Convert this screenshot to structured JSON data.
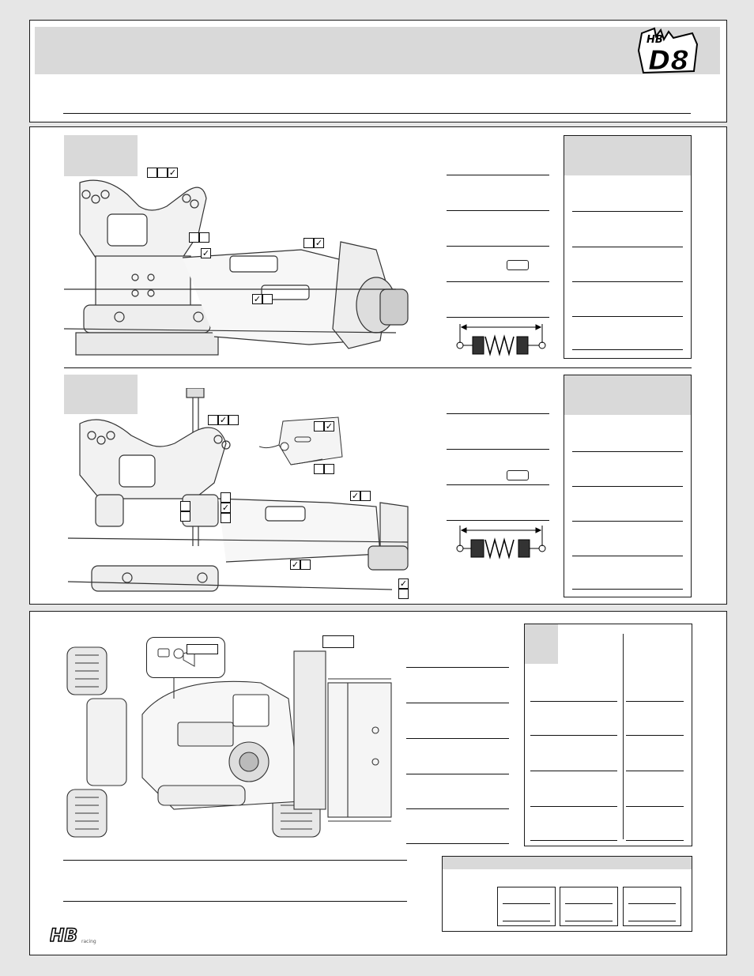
{
  "logo": {
    "text": "D8",
    "prefix": "HB"
  },
  "footer_logo": {
    "text": "HB",
    "subtext": "racing"
  },
  "front_setup": {
    "checks": {
      "top_tower": [
        false,
        false,
        true
      ],
      "mid_tower": [
        false,
        false,
        true
      ],
      "upper_arm": [
        false,
        true
      ],
      "lower_arm": [
        true,
        false
      ]
    }
  },
  "rear_setup": {
    "checks": {
      "tower": [
        false,
        true,
        false
      ],
      "plate_top": [
        false,
        true
      ],
      "plate_bottom": [
        false,
        false
      ],
      "column": [
        false,
        false,
        true,
        false,
        false,
        false
      ],
      "upper_arm": [
        true,
        false
      ],
      "lower_arm": [
        true,
        false
      ],
      "hub": [
        true,
        false
      ]
    }
  }
}
